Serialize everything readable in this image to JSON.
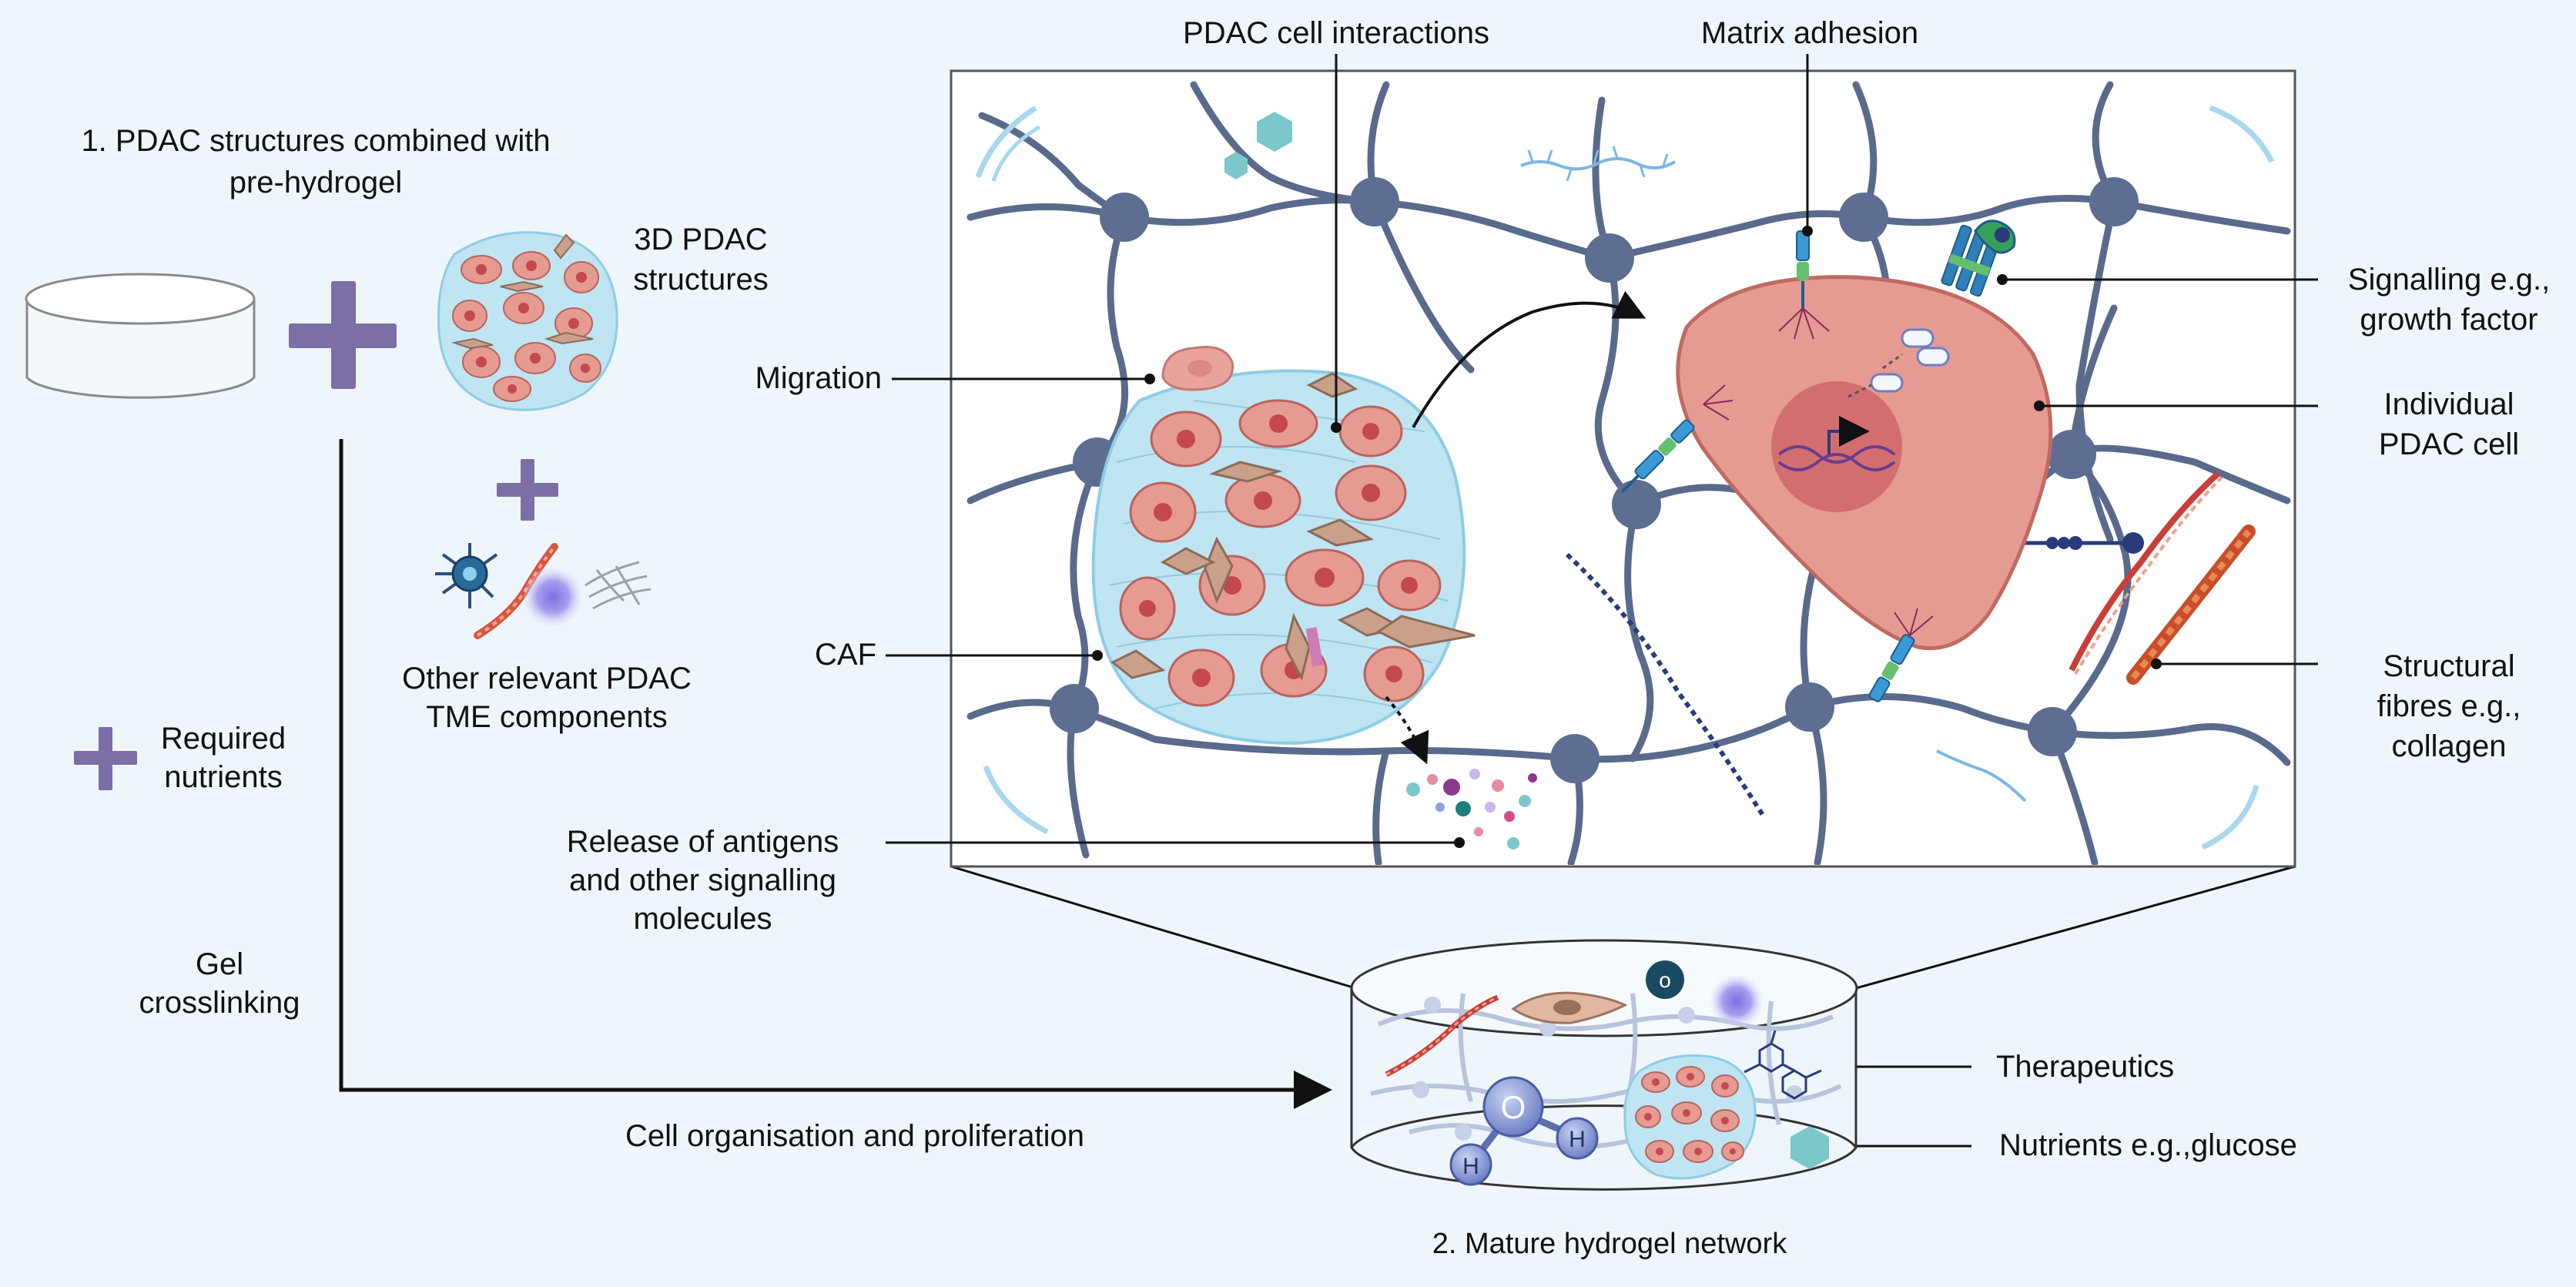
{
  "labels": {
    "step1_line1": "1.  PDAC structures combined with",
    "step1_line2": "pre-hydrogel",
    "structures_line1": "3D PDAC",
    "structures_line2": "structures",
    "tme_line1": "Other relevant PDAC",
    "tme_line2": "TME components",
    "nutrients_line1": "Required",
    "nutrients_line2": "nutrients",
    "gel_line1": "Gel",
    "gel_line2": "crosslinking",
    "organisation": "Cell organisation and proliferation",
    "mature": "2. Mature hydrogel network",
    "pdac_interactions": "PDAC cell interactions",
    "matrix_adhesion": "Matrix adhesion",
    "migration": "Migration",
    "caf": "CAF",
    "release_line1": "Release of antigens",
    "release_line2": "and other signalling",
    "release_line3": "molecules",
    "signalling_line1": "Signalling e.g.,",
    "signalling_line2": "growth factor",
    "individual_line1": "Individual",
    "individual_line2": "PDAC cell",
    "fibres_line1": "Structural",
    "fibres_line2": "fibres e.g.,",
    "fibres_line3": "collagen",
    "therapeutics": "Therapeutics",
    "glucose": "Nutrients e.g.,glucose"
  },
  "glyphs": {
    "oxygen": "O",
    "hydrogen": "H",
    "small_o": "o"
  },
  "colors": {
    "background": "#eef6fb",
    "network_strand": "#5a6a8c",
    "node": "#5d6e92",
    "cell_fill": "#e59a92",
    "cell_nucleus": "#d0666a",
    "spheroid": "#bfe4f2",
    "caf": "#c9a08a",
    "plus": "#7b6fa6",
    "arrow": "#111111"
  }
}
